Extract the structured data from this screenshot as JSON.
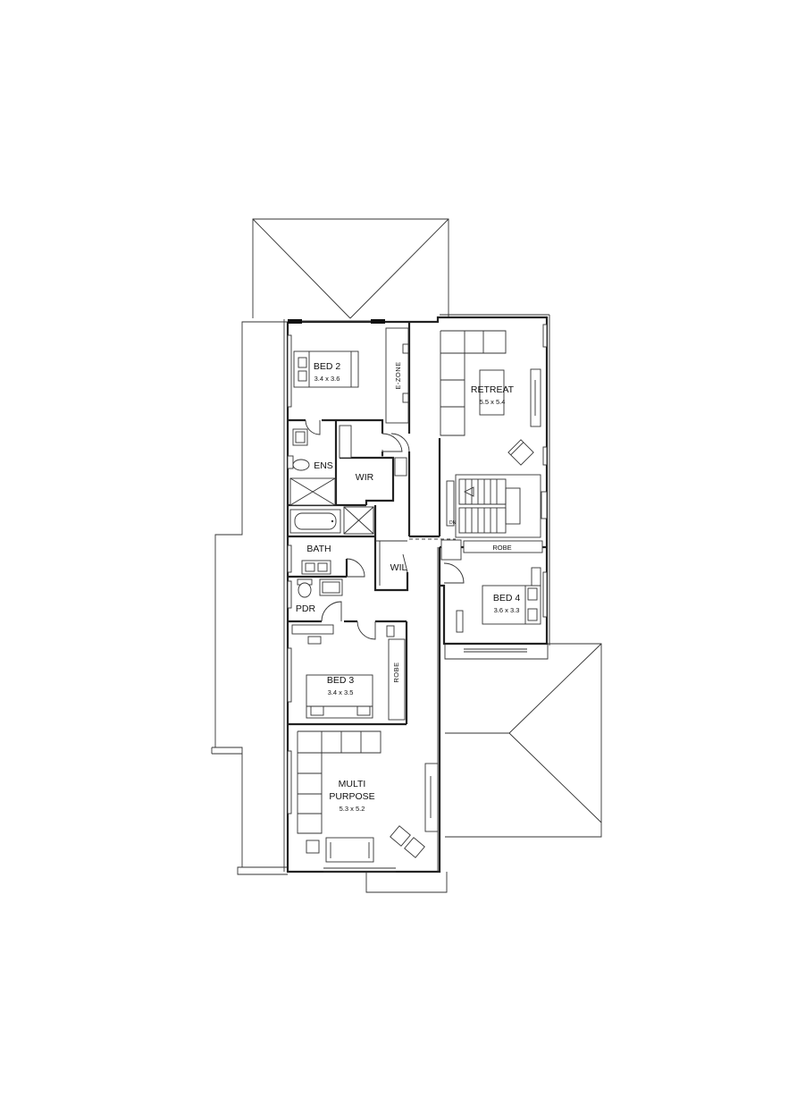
{
  "rooms": {
    "bed2": {
      "name": "BED 2",
      "size": "3.4 x 3.6"
    },
    "retreat": {
      "name": "RETREAT",
      "size": "5.5 x 5.4"
    },
    "ezone": {
      "name": "E-ZONE"
    },
    "ens": {
      "name": "ENS"
    },
    "wir": {
      "name": "WIR"
    },
    "bath": {
      "name": "BATH"
    },
    "wil": {
      "name": "WIL"
    },
    "pdr": {
      "name": "PDR"
    },
    "bed3": {
      "name": "BED 3",
      "size": "3.4 x 3.5"
    },
    "bed3_robe": {
      "name": "ROBE"
    },
    "robe": {
      "name": "ROBE"
    },
    "bed4": {
      "name": "BED 4",
      "size": "3.6 x 3.3"
    },
    "multi": {
      "name_line1": "MULTI",
      "name_line2": "PURPOSE",
      "size": "5.3 x 5.2"
    }
  },
  "stairs": {
    "direction": "DN"
  },
  "style": {
    "line_color": "#222222",
    "background": "#ffffff"
  }
}
